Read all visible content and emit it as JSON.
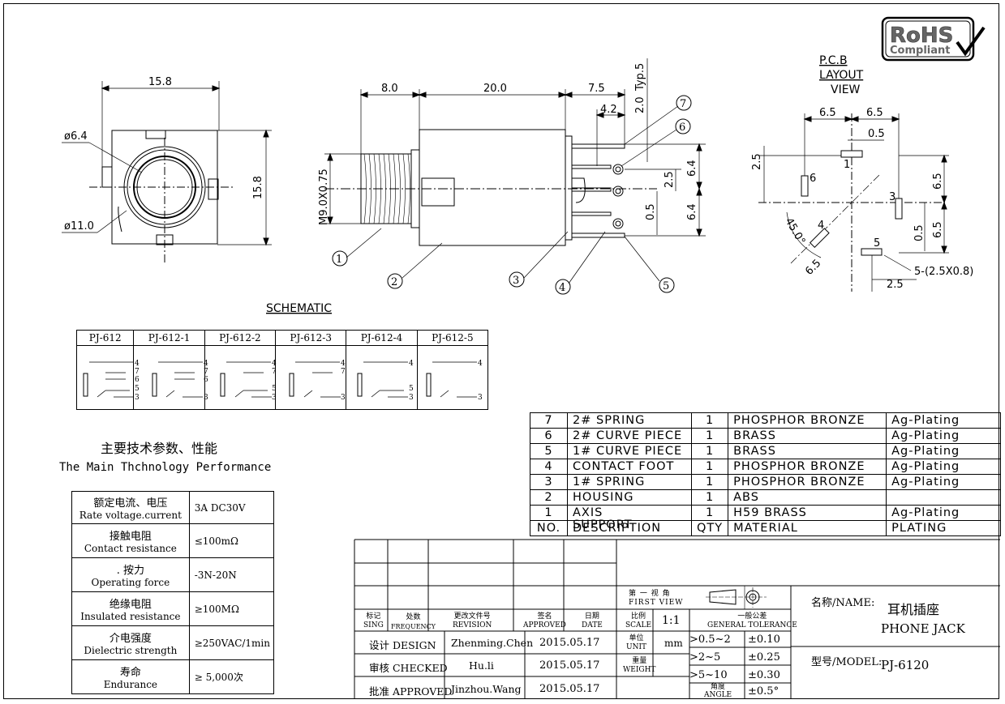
{
  "logo": {
    "line1": "RoHS",
    "line2": "Compliant"
  },
  "pcb": {
    "line1": "P.C.B",
    "line2": "LAYOUT",
    "line3": "VIEW",
    "dims": [
      "6.5",
      "6.5",
      "0.5",
      "2.5",
      "6.5",
      "6.5",
      "0.5",
      "45.0°",
      "6.5",
      "2.5"
    ],
    "pins": [
      "1",
      "6",
      "3",
      "4",
      "5"
    ],
    "hole_note": "5-(2.5X0.8)"
  },
  "front_view": {
    "width": "15.8",
    "height": "15.8",
    "inner_dia": "ø6.4",
    "outer_dia": "ø11.0"
  },
  "side_view": {
    "dims": [
      "8.0",
      "20.0",
      "7.5",
      "4.2",
      "2.0",
      "Typ.5",
      "6.4",
      "2.5",
      "6.4",
      "0.5"
    ],
    "thread": "M9.0X0.75",
    "balloons": [
      "1",
      "2",
      "3",
      "4",
      "5",
      "6",
      "7"
    ]
  },
  "schematic": {
    "title": "SCHEMATIC",
    "models": [
      "PJ-612",
      "PJ-612-1",
      "PJ-612-2",
      "PJ-612-3",
      "PJ-612-4",
      "PJ-612-5"
    ],
    "pin_labels": [
      [
        "4",
        "7",
        "6",
        "5",
        "3"
      ],
      [
        "4",
        "7",
        "6",
        "3"
      ],
      [
        "4",
        "7",
        "5",
        "3"
      ],
      [
        "4",
        "7",
        "3"
      ],
      [
        "4",
        "5",
        "3"
      ],
      [
        "4",
        "3"
      ]
    ]
  },
  "performance": {
    "title_cn": "主要技术参数、性能",
    "title_en": "The Main Thchnology Performance",
    "rows": [
      {
        "cn": "额定电流、电压",
        "en": "Rate voltage.current",
        "value": "3A DC30V"
      },
      {
        "cn": "接触电阻",
        "en": "Contact resistance",
        "value": "≤100mΩ"
      },
      {
        "cn": ". 按力",
        "en": "Operating force",
        "value": "-3N-20N"
      },
      {
        "cn": "绝缘电阻",
        "en": "Insulated resistance",
        "value": "≥100MΩ"
      },
      {
        "cn": "介电强度",
        "en": "Dielectric strength",
        "value": "≥250VAC/1min"
      },
      {
        "cn": "寿命",
        "en": "Endurance",
        "value": "≥ 5,000次"
      }
    ]
  },
  "bom": {
    "rows": [
      {
        "no": "7",
        "desc": "2# SPRING",
        "qty": "1",
        "material": "PHOSPHOR BRONZE",
        "plating": "Ag-Plating"
      },
      {
        "no": "6",
        "desc": "2# CURVE PIECE",
        "qty": "1",
        "material": "BRASS",
        "plating": "Ag-Plating"
      },
      {
        "no": "5",
        "desc": "1# CURVE PIECE",
        "qty": "1",
        "material": "BRASS",
        "plating": "Ag-Plating"
      },
      {
        "no": "4",
        "desc": "CONTACT FOOT",
        "qty": "1",
        "material": "PHOSPHOR BRONZE",
        "plating": "Ag-Plating"
      },
      {
        "no": "3",
        "desc": "1# SPRING",
        "qty": "1",
        "material": "PHOSPHOR BRONZE",
        "plating": "Ag-Plating"
      },
      {
        "no": "2",
        "desc": "HOUSING",
        "qty": "1",
        "material": "ABS",
        "plating": ""
      },
      {
        "no": "1",
        "desc": "AXIS",
        "qty": "1",
        "material": "H59 BRASS",
        "plating": "Ag-Plating"
      }
    ],
    "header": {
      "no": "NO.",
      "desc": "DESCRIPTION",
      "desc_overlay": "SUPPORT",
      "qty": "QTY",
      "material": "MATERIAL",
      "plating": "PLATING"
    }
  },
  "title_block": {
    "header": {
      "mark": "标记",
      "mark_en": "SING",
      "count": "处数",
      "count_en": "FREQUENCY",
      "doc": "更改文件号",
      "doc_en": "REVISION",
      "sign": "签名",
      "sign_en": "APPROVED",
      "date": "日期",
      "date_en": "DATE",
      "scale": "比例",
      "scale_en": "SCALE",
      "view": "第 一 视 角",
      "view_en": "FIRST VIEW",
      "tol": "一般公差",
      "tol_en": "GENERAL TOLERANCE"
    },
    "scale": "1:1",
    "unit_label": "单位",
    "unit_label_en": "UNIT",
    "unit": "mm",
    "weight_label": "重量",
    "weight_label_en": "WEIGHT",
    "angle_label": "角度",
    "angle_label_en": "ANGLE",
    "design": {
      "label": "设计 DESIGN",
      "name": "Zhenming.Chen",
      "date": "2015.05.17"
    },
    "checked": {
      "label": "审核 CHECKED",
      "name": "Hu.li",
      "date": "2015.05.17"
    },
    "approved": {
      "label": "批准 APPROVED",
      "name": "Jinzhou.Wang",
      "date": "2015.05.17"
    },
    "tolerances": [
      {
        "range": ">0.5~2",
        "tol": "±0.10"
      },
      {
        "range": ">2~5",
        "tol": "±0.25"
      },
      {
        "range": ">5~10",
        "tol": "±0.30"
      },
      {
        "range": "",
        "tol": "±0.5°"
      }
    ],
    "name_label": "名称/NAME:",
    "name_cn": "耳机插座",
    "name_en": "PHONE JACK",
    "model_label": "型号/MODEL:",
    "model": "PJ-6120"
  }
}
